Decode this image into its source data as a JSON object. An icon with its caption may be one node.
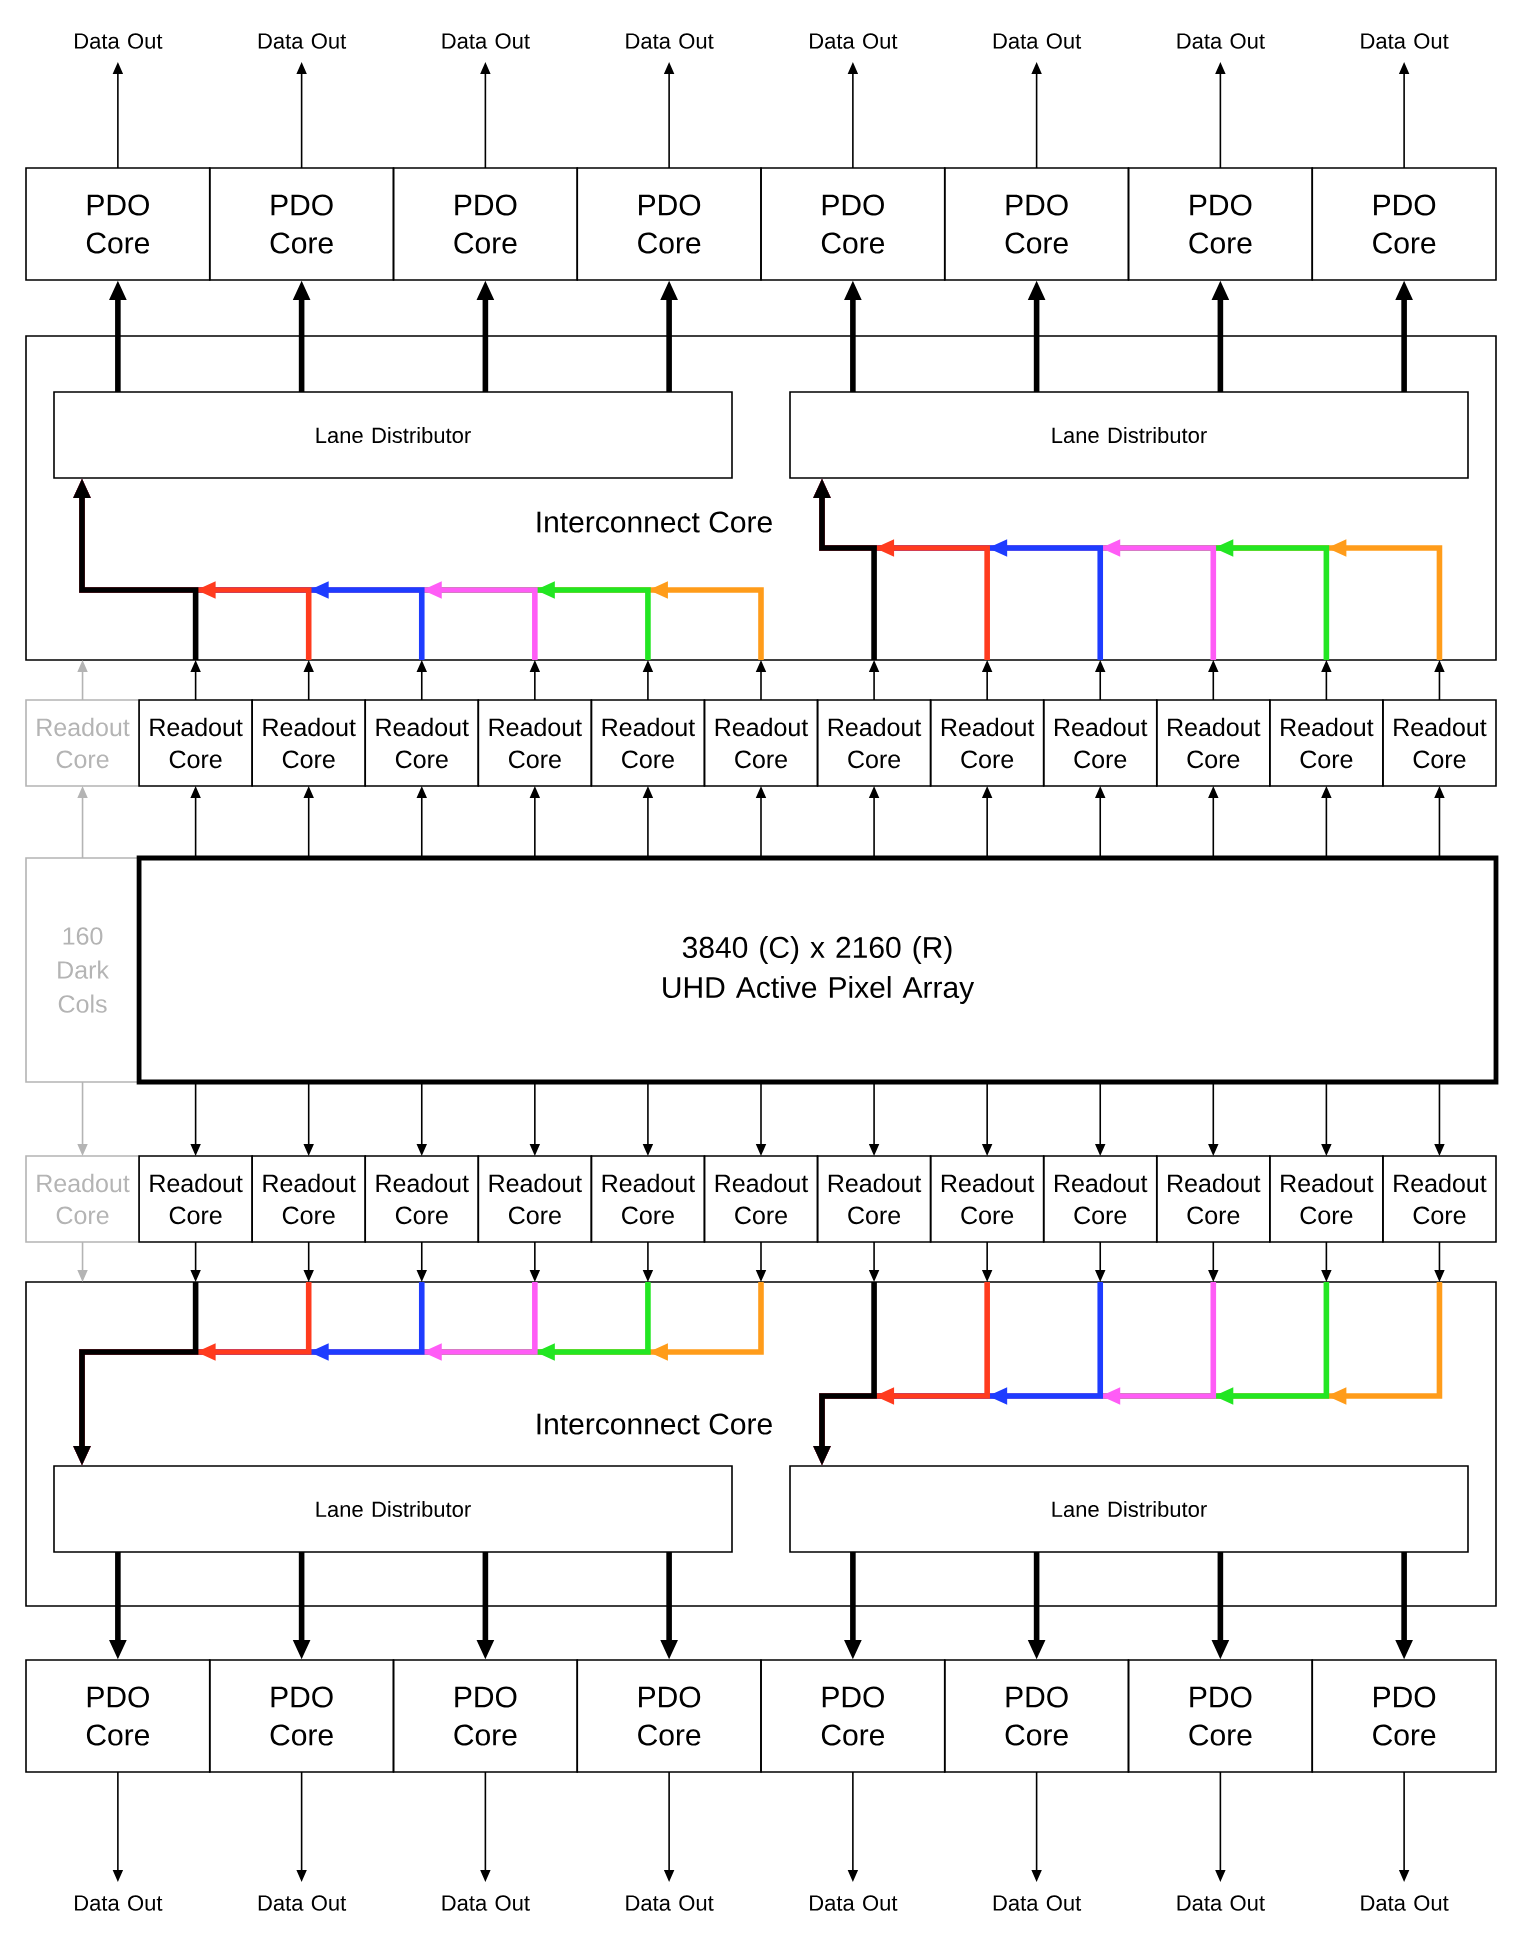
{
  "diagram": {
    "nodes": [
      {
        "text": [
          "Data Out"
        ]
      },
      {
        "text": [
          "Data Out"
        ]
      },
      {
        "text": [
          "Data Out"
        ]
      },
      {
        "text": [
          "Data Out"
        ]
      },
      {
        "text": [
          "Data Out"
        ]
      },
      {
        "text": [
          "Data Out"
        ]
      },
      {
        "text": [
          "Data Out"
        ]
      },
      {
        "text": [
          "Data Out"
        ]
      },
      {
        "text": [
          "PDO Core"
        ]
      },
      {
        "text": [
          "PDO Core"
        ]
      },
      {
        "text": [
          "PDO Core"
        ]
      },
      {
        "text": [
          "PDO Core"
        ]
      },
      {
        "text": [
          "PDO Core"
        ]
      },
      {
        "text": [
          "PDO Core"
        ]
      },
      {
        "text": [
          "PDO Core"
        ]
      },
      {
        "text": [
          "PDO Core"
        ]
      },
      {
        "text": [
          "Interconnect Core"
        ]
      },
      {
        "text": [
          "Lane Distributor"
        ],
        "in": 16
      },
      {
        "text": [
          "Lane Distributor"
        ],
        "in": 16
      },
      {
        "text": [
          "Readout Core"
        ]
      },
      {
        "text": [
          "Readout Core"
        ]
      },
      {
        "text": [
          "Readout Core"
        ]
      },
      {
        "text": [
          "Readout Core"
        ]
      },
      {
        "text": [
          "Readout Core"
        ]
      },
      {
        "text": [
          "Readout Core"
        ]
      },
      {
        "text": [
          "Readout Core"
        ]
      },
      {
        "text": [
          "Readout Core"
        ]
      },
      {
        "text": [
          "Readout Core"
        ]
      },
      {
        "text": [
          "Readout Core"
        ]
      },
      {
        "text": [
          "Readout Core"
        ]
      },
      {
        "text": [
          "Readout Core"
        ]
      },
      {
        "text": [
          "Readout Core"
        ]
      },
      {
        "text": [
          "160 Dark Cols"
        ]
      },
      {
        "text": [
          "3840 (C) x 2160 (R) UHD Active Pixel Array"
        ]
      },
      {
        "text": [
          "Readout Core"
        ]
      },
      {
        "text": [
          "Readout Core"
        ]
      },
      {
        "text": [
          "Readout Core"
        ]
      },
      {
        "text": [
          "Readout Core"
        ]
      },
      {
        "text": [
          "Readout Core"
        ]
      },
      {
        "text": [
          "Readout Core"
        ]
      },
      {
        "text": [
          "Readout Core"
        ]
      },
      {
        "text": [
          "Readout Core"
        ]
      },
      {
        "text": [
          "Readout Core"
        ]
      },
      {
        "text": [
          "Readout Core"
        ]
      },
      {
        "text": [
          "Readout Core"
        ]
      },
      {
        "text": [
          "Readout Core"
        ]
      },
      {
        "text": [
          "Readout Core"
        ]
      },
      {
        "text": [
          "Interconnect Core"
        ]
      },
      {
        "text": [
          "Lane Distributor"
        ],
        "in": 47
      },
      {
        "text": [
          "Lane Distributor"
        ],
        "in": 47
      },
      {
        "text": [
          "PDO Core"
        ]
      },
      {
        "text": [
          "PDO Core"
        ]
      },
      {
        "text": [
          "PDO Core"
        ]
      },
      {
        "text": [
          "PDO Core"
        ]
      },
      {
        "text": [
          "PDO Core"
        ]
      },
      {
        "text": [
          "PDO Core"
        ]
      },
      {
        "text": [
          "PDO Core"
        ]
      },
      {
        "text": [
          "PDO Core"
        ]
      },
      {
        "text": [
          "Data Out"
        ]
      },
      {
        "text": [
          "Data Out"
        ]
      },
      {
        "text": [
          "Data Out"
        ]
      },
      {
        "text": [
          "Data Out"
        ]
      },
      {
        "text": [
          "Data Out"
        ]
      },
      {
        "text": [
          "Data Out"
        ]
      },
      {
        "text": [
          "Data Out"
        ]
      },
      {
        "text": [
          "Data Out"
        ]
      }
    ],
    "edges": [
      {
        "from": 8,
        "to": 0,
        "arrow": "to"
      },
      {
        "from": 9,
        "to": 1,
        "arrow": "to"
      },
      {
        "from": 10,
        "to": 2,
        "arrow": "to"
      },
      {
        "from": 11,
        "to": 3,
        "arrow": "to"
      },
      {
        "from": 12,
        "to": 4,
        "arrow": "to"
      },
      {
        "from": 13,
        "to": 5,
        "arrow": "to"
      },
      {
        "from": 14,
        "to": 6,
        "arrow": "to"
      },
      {
        "from": 15,
        "to": 7,
        "arrow": "to"
      },
      {
        "from": 17,
        "to": 8,
        "arrow": "to",
        "style": "thick"
      },
      {
        "from": 17,
        "to": 9,
        "arrow": "to",
        "style": "thick"
      },
      {
        "from": 17,
        "to": 10,
        "arrow": "to",
        "style": "thick"
      },
      {
        "from": 17,
        "to": 11,
        "arrow": "to",
        "style": "thick"
      },
      {
        "from": 18,
        "to": 12,
        "arrow": "to",
        "style": "thick"
      },
      {
        "from": 18,
        "to": 13,
        "arrow": "to",
        "style": "thick"
      },
      {
        "from": 18,
        "to": 14,
        "arrow": "to",
        "style": "thick"
      },
      {
        "from": 18,
        "to": 15,
        "arrow": "to",
        "style": "thick"
      },
      {
        "from": 19,
        "to": 16,
        "arrow": "to",
        "color": "#b4b4b4"
      },
      {
        "from": 20,
        "to": 16,
        "arrow": "to"
      },
      {
        "from": 21,
        "to": 16,
        "arrow": "to"
      },
      {
        "from": 22,
        "to": 16,
        "arrow": "to"
      },
      {
        "from": 23,
        "to": 16,
        "arrow": "to"
      },
      {
        "from": 24,
        "to": 16,
        "arrow": "to"
      },
      {
        "from": 25,
        "to": 16,
        "arrow": "to"
      },
      {
        "from": 26,
        "to": 16,
        "arrow": "to"
      },
      {
        "from": 27,
        "to": 16,
        "arrow": "to"
      },
      {
        "from": 28,
        "to": 16,
        "arrow": "to"
      },
      {
        "from": 29,
        "to": 16,
        "arrow": "to"
      },
      {
        "from": 30,
        "to": 16,
        "arrow": "to"
      },
      {
        "from": 31,
        "to": 16,
        "arrow": "to"
      },
      {
        "from": null,
        "to": 17,
        "arrow": "to",
        "style": "thick"
      },
      {
        "from": null,
        "to": 17,
        "arrow": "to",
        "style": "thick",
        "color": "#ff3b1e"
      },
      {
        "from": null,
        "to": 17,
        "arrow": "to",
        "style": "thick",
        "color": "#1e3cff"
      },
      {
        "from": null,
        "to": 17,
        "arrow": "to",
        "style": "thick",
        "color": "#ff5cf6"
      },
      {
        "from": null,
        "to": 17,
        "arrow": "to",
        "style": "thick",
        "color": "#22e622"
      },
      {
        "from": null,
        "to": 17,
        "arrow": "to",
        "style": "thick",
        "color": "#ff9c1a"
      },
      {
        "from": null,
        "to": 18,
        "arrow": "to",
        "style": "thick"
      },
      {
        "from": null,
        "to": 18,
        "arrow": "to",
        "style": "thick",
        "color": "#ff3b1e"
      },
      {
        "from": null,
        "to": 18,
        "arrow": "to",
        "style": "thick",
        "color": "#1e3cff"
      },
      {
        "from": null,
        "to": 18,
        "arrow": "to",
        "style": "thick",
        "color": "#ff5cf6"
      },
      {
        "from": null,
        "to": 18,
        "arrow": "to",
        "style": "thick",
        "color": "#22e622"
      },
      {
        "from": null,
        "to": 18,
        "arrow": "to",
        "style": "thick",
        "color": "#ff9c1a"
      },
      {
        "from": 32,
        "to": 19,
        "arrow": "to",
        "color": "#b4b4b4"
      },
      {
        "from": 33,
        "to": 20,
        "arrow": "to"
      },
      {
        "from": 33,
        "to": 21,
        "arrow": "to"
      },
      {
        "from": 33,
        "to": 22,
        "arrow": "to"
      },
      {
        "from": 33,
        "to": 23,
        "arrow": "to"
      },
      {
        "from": 33,
        "to": 24,
        "arrow": "to"
      },
      {
        "from": 33,
        "to": 25,
        "arrow": "to"
      },
      {
        "from": 33,
        "to": 26,
        "arrow": "to"
      },
      {
        "from": 33,
        "to": 27,
        "arrow": "to"
      },
      {
        "from": 33,
        "to": 28,
        "arrow": "to"
      },
      {
        "from": 33,
        "to": 29,
        "arrow": "to"
      },
      {
        "from": 33,
        "to": 30,
        "arrow": "to"
      },
      {
        "from": 33,
        "to": 31,
        "arrow": "to"
      },
      {
        "from": 32,
        "to": 34,
        "arrow": "to",
        "color": "#b4b4b4"
      },
      {
        "from": 33,
        "to": 35,
        "arrow": "to"
      },
      {
        "from": 33,
        "to": 36,
        "arrow": "to"
      },
      {
        "from": 33,
        "to": 37,
        "arrow": "to"
      },
      {
        "from": 33,
        "to": 38,
        "arrow": "to"
      },
      {
        "from": 33,
        "to": 39,
        "arrow": "to"
      },
      {
        "from": 33,
        "to": 40,
        "arrow": "to"
      },
      {
        "from": 33,
        "to": 41,
        "arrow": "to"
      },
      {
        "from": 33,
        "to": 42,
        "arrow": "to"
      },
      {
        "from": 33,
        "to": 43,
        "arrow": "to"
      },
      {
        "from": 33,
        "to": 44,
        "arrow": "to"
      },
      {
        "from": 33,
        "to": 45,
        "arrow": "to"
      },
      {
        "from": 33,
        "to": 46,
        "arrow": "to"
      },
      {
        "from": 34,
        "to": 47,
        "arrow": "to",
        "color": "#b4b4b4"
      },
      {
        "from": 35,
        "to": 47,
        "arrow": "to"
      },
      {
        "from": 36,
        "to": 47,
        "arrow": "to"
      },
      {
        "from": 37,
        "to": 47,
        "arrow": "to"
      },
      {
        "from": 38,
        "to": 47,
        "arrow": "to"
      },
      {
        "from": 39,
        "to": 47,
        "arrow": "to"
      },
      {
        "from": 40,
        "to": 47,
        "arrow": "to"
      },
      {
        "from": 41,
        "to": 47,
        "arrow": "to"
      },
      {
        "from": 42,
        "to": 47,
        "arrow": "to"
      },
      {
        "from": 43,
        "to": 47,
        "arrow": "to"
      },
      {
        "from": 44,
        "to": 47,
        "arrow": "to"
      },
      {
        "from": 45,
        "to": 47,
        "arrow": "to"
      },
      {
        "from": 46,
        "to": 47,
        "arrow": "to"
      },
      {
        "from": null,
        "to": 48,
        "arrow": "to",
        "style": "thick"
      },
      {
        "from": null,
        "to": 48,
        "arrow": "to",
        "style": "thick",
        "color": "#ff3b1e"
      },
      {
        "from": null,
        "to": 48,
        "arrow": "to",
        "style": "thick",
        "color": "#1e3cff"
      },
      {
        "from": null,
        "to": 48,
        "arrow": "to",
        "style": "thick",
        "color": "#ff5cf6"
      },
      {
        "from": null,
        "to": 48,
        "arrow": "to",
        "style": "thick",
        "color": "#22e622"
      },
      {
        "from": null,
        "to": 48,
        "arrow": "to",
        "style": "thick",
        "color": "#ff9c1a"
      },
      {
        "from": null,
        "to": 49,
        "arrow": "to",
        "style": "thick"
      },
      {
        "from": null,
        "to": 49,
        "arrow": "to",
        "style": "thick",
        "color": "#ff3b1e"
      },
      {
        "from": null,
        "to": 49,
        "arrow": "to",
        "style": "thick",
        "color": "#1e3cff"
      },
      {
        "from": null,
        "to": 49,
        "arrow": "to",
        "style": "thick",
        "color": "#ff5cf6"
      },
      {
        "from": null,
        "to": 49,
        "arrow": "to",
        "style": "thick",
        "color": "#22e622"
      },
      {
        "from": null,
        "to": 49,
        "arrow": "to",
        "style": "thick",
        "color": "#ff9c1a"
      },
      {
        "from": 48,
        "to": 50,
        "arrow": "to",
        "style": "thick"
      },
      {
        "from": 48,
        "to": 51,
        "arrow": "to",
        "style": "thick"
      },
      {
        "from": 48,
        "to": 52,
        "arrow": "to",
        "style": "thick"
      },
      {
        "from": 48,
        "to": 53,
        "arrow": "to",
        "style": "thick"
      },
      {
        "from": 49,
        "to": 54,
        "arrow": "to",
        "style": "thick"
      },
      {
        "from": 49,
        "to": 55,
        "arrow": "to",
        "style": "thick"
      },
      {
        "from": 49,
        "to": 56,
        "arrow": "to",
        "style": "thick"
      },
      {
        "from": 49,
        "to": 57,
        "arrow": "to",
        "style": "thick"
      },
      {
        "from": 50,
        "to": 58,
        "arrow": "to"
      },
      {
        "from": 51,
        "to": 59,
        "arrow": "to"
      },
      {
        "from": 52,
        "to": 60,
        "arrow": "to"
      },
      {
        "from": 53,
        "to": 61,
        "arrow": "to"
      },
      {
        "from": 54,
        "to": 62,
        "arrow": "to"
      },
      {
        "from": 55,
        "to": 63,
        "arrow": "to"
      },
      {
        "from": 56,
        "to": 64,
        "arrow": "to"
      },
      {
        "from": 57,
        "to": 65,
        "arrow": "to"
      }
    ]
  }
}
